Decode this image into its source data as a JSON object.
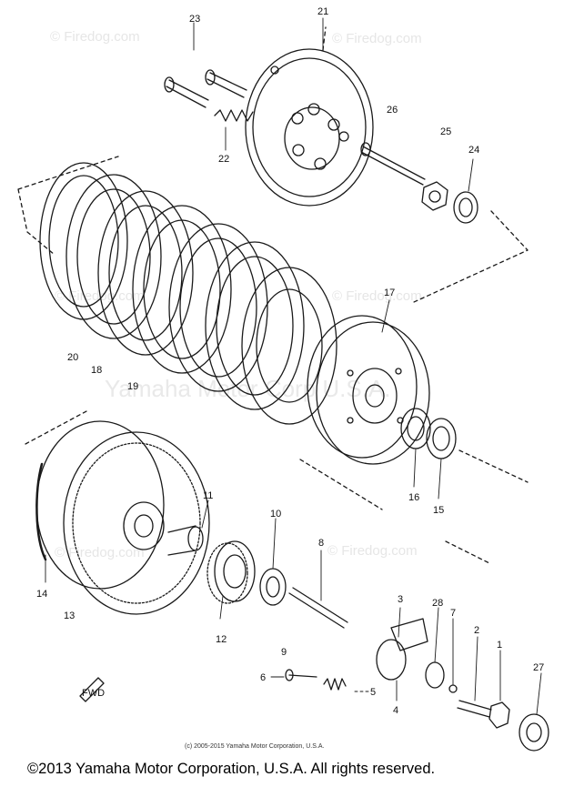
{
  "watermarks": {
    "site": "© Firedog.com",
    "maker": "Yamaha Motor Corp U.S.A."
  },
  "callouts": {
    "n1": "1",
    "n2": "2",
    "n3": "3",
    "n4": "4",
    "n5": "5",
    "n6": "6",
    "n7": "7",
    "n8": "8",
    "n9": "9",
    "n10": "10",
    "n11": "11",
    "n12": "12",
    "n13": "13",
    "n14": "14",
    "n15": "15",
    "n16": "16",
    "n17": "17",
    "n18": "18",
    "n19": "19",
    "n20": "20",
    "n21": "21",
    "n22": "22",
    "n23": "23",
    "n24": "24",
    "n25": "25",
    "n26": "26",
    "n27": "27",
    "n28": "28"
  },
  "fwd_label": "FWD",
  "credit_line": "(c) 2005-2015 Yamaha Motor Corporation, U.S.A.",
  "copyright": "©2013 Yamaha Motor Corporation, U.S.A. All rights reserved."
}
